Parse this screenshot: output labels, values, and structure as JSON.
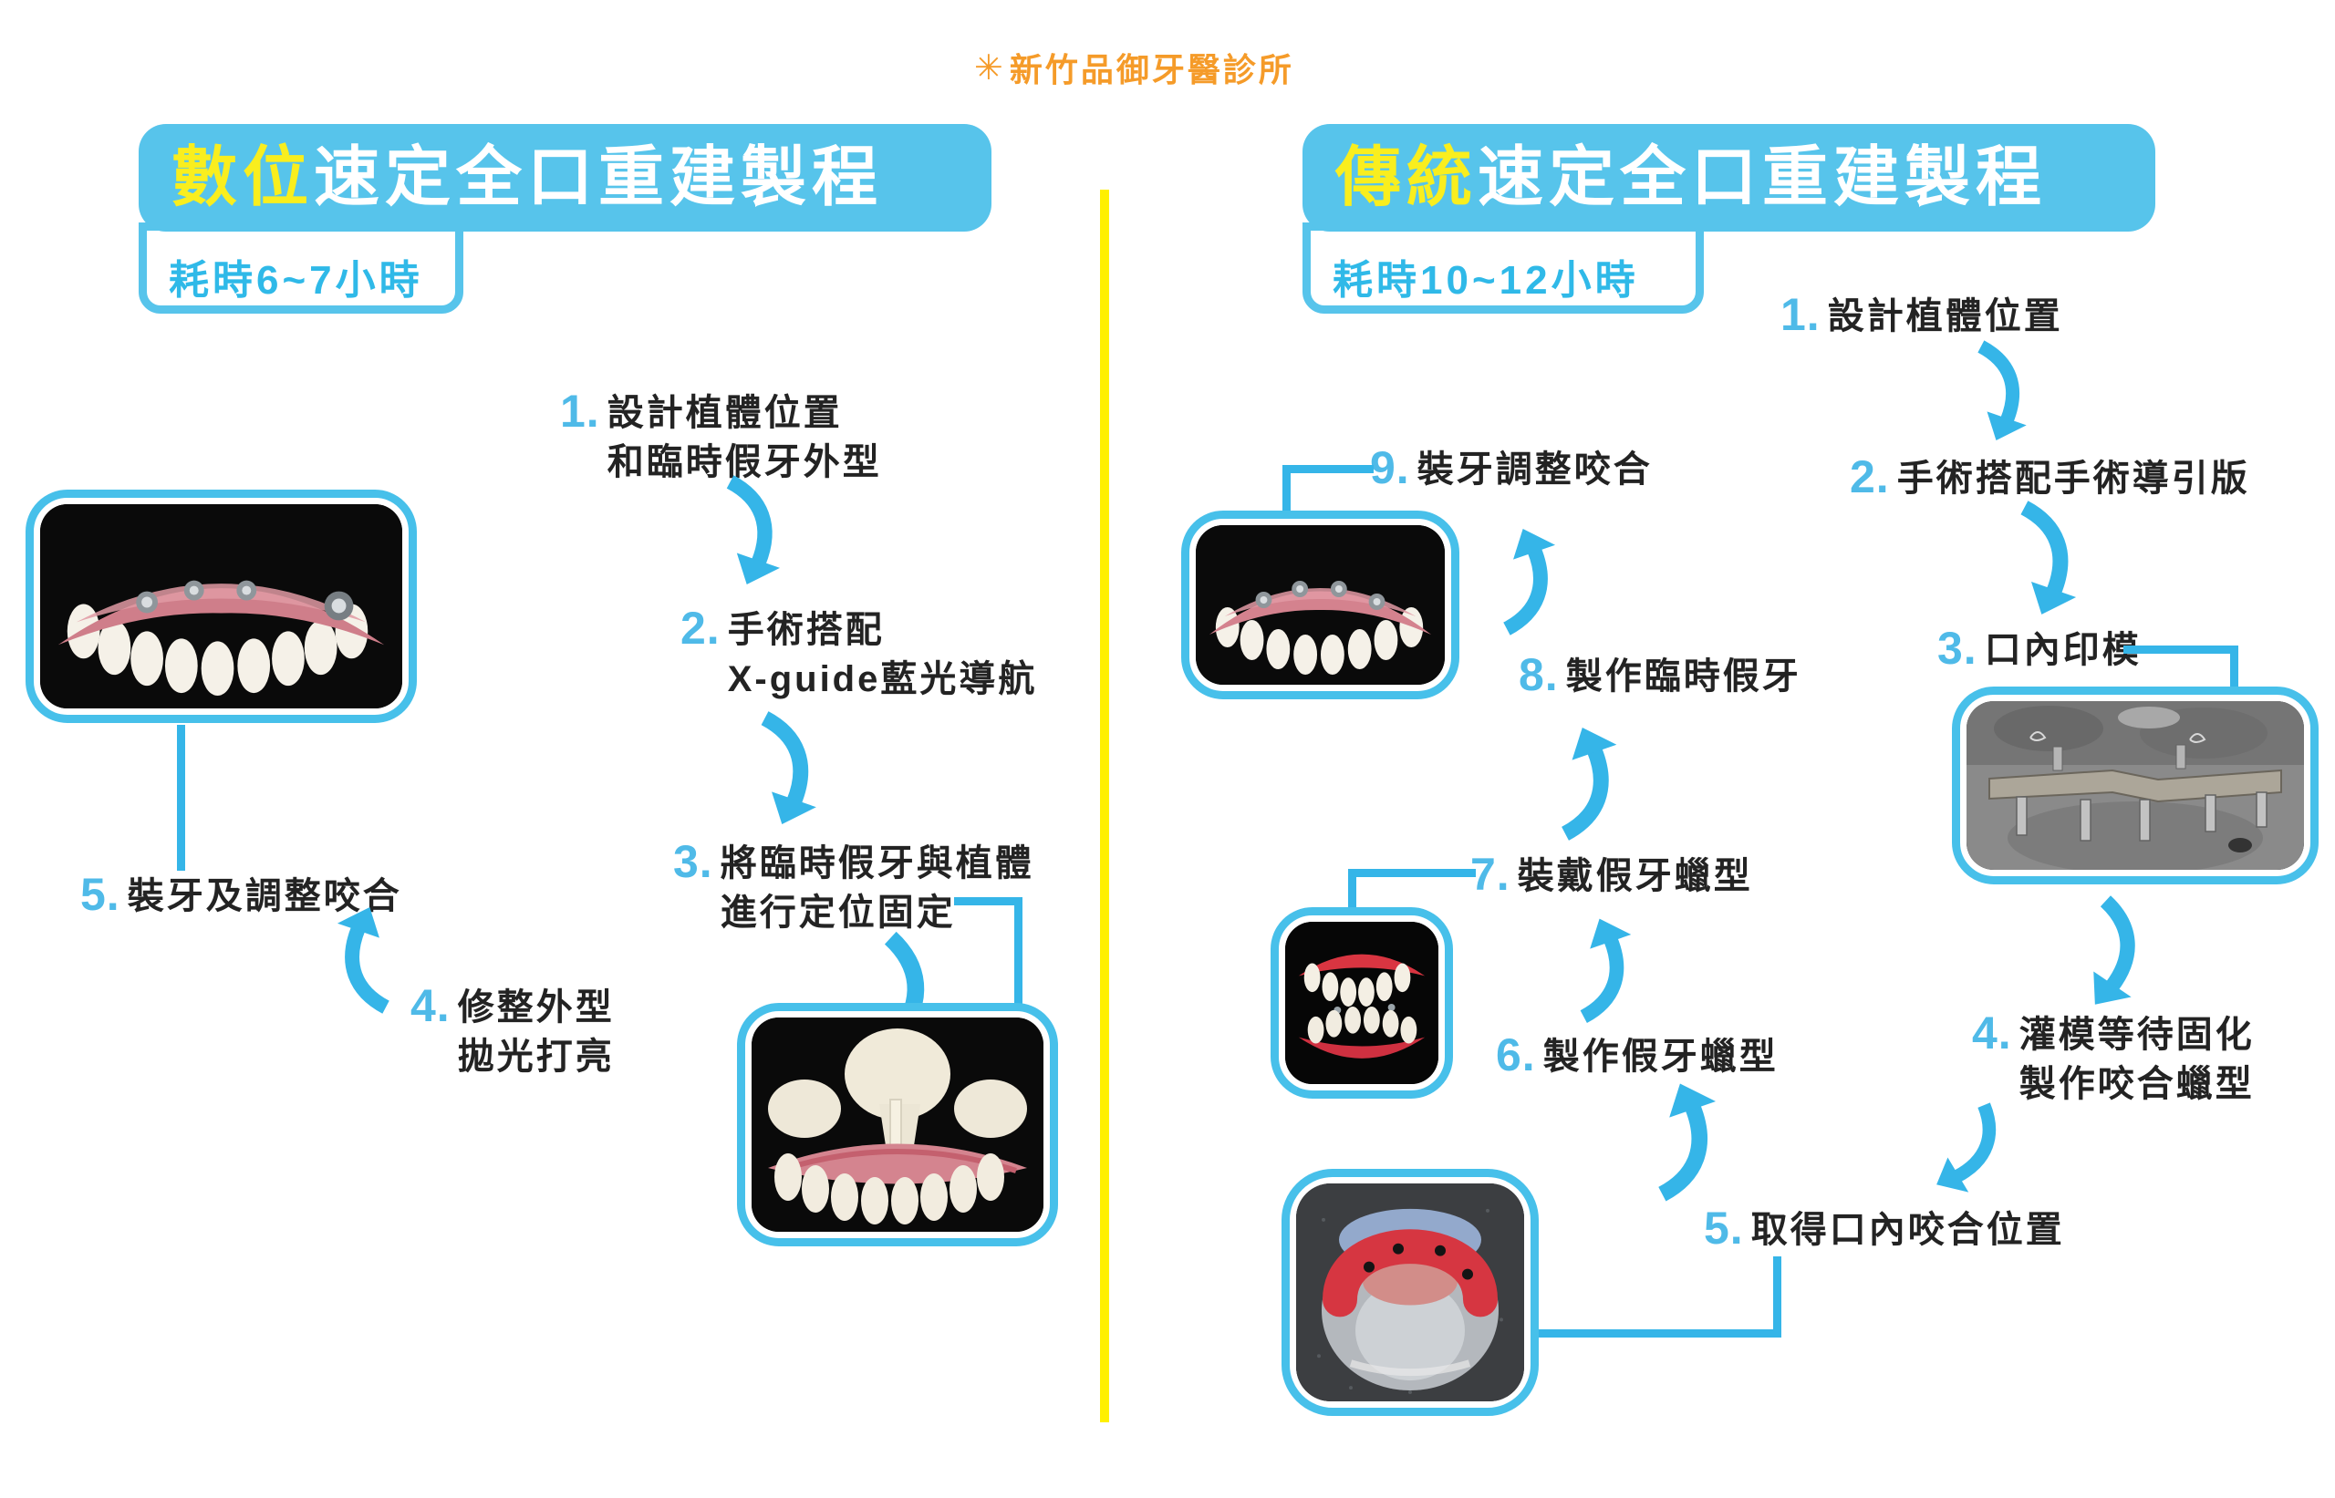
{
  "clinic": {
    "symbol": "✳",
    "name": "新竹品御牙醫診所"
  },
  "colors": {
    "panel_blue": "#57c4eb",
    "arrow_blue": "#35b5e8",
    "number_blue": "#4fbae8",
    "highlight_yellow": "#f9ee1e",
    "divider_yellow": "#fff000",
    "clinic_orange": "#f59b29",
    "text_black": "#232323"
  },
  "left_panel": {
    "title_highlight": "數位",
    "title_rest": "速定全口重建製程",
    "duration": "耗時6~7小時",
    "steps": [
      {
        "num": "1.",
        "lines": [
          "設計植體位置",
          "和臨時假牙外型"
        ]
      },
      {
        "num": "2.",
        "lines": [
          "手術搭配",
          "X-guide藍光導航"
        ]
      },
      {
        "num": "3.",
        "lines": [
          "將臨時假牙與植體",
          "進行定位固定"
        ]
      },
      {
        "num": "4.",
        "lines": [
          "修整外型",
          "拋光打亮"
        ]
      },
      {
        "num": "5.",
        "lines": [
          "裝牙及調整咬合"
        ]
      }
    ],
    "photos": [
      {
        "name": "implant-denture-photo"
      },
      {
        "name": "printed-temp-denture-photo"
      }
    ]
  },
  "right_panel": {
    "title_highlight": "傳統",
    "title_rest": "速定全口重建製程",
    "duration": "耗時10~12小時",
    "steps": [
      {
        "num": "1.",
        "lines": [
          "設計植體位置"
        ]
      },
      {
        "num": "2.",
        "lines": [
          "手術搭配手術導引版"
        ]
      },
      {
        "num": "3.",
        "lines": [
          "口內印模"
        ]
      },
      {
        "num": "4.",
        "lines": [
          "灌模等待固化",
          "製作咬合蠟型"
        ]
      },
      {
        "num": "5.",
        "lines": [
          "取得口內咬合位置"
        ]
      },
      {
        "num": "6.",
        "lines": [
          "製作假牙蠟型"
        ]
      },
      {
        "num": "7.",
        "lines": [
          "裝戴假牙蠟型"
        ]
      },
      {
        "num": "8.",
        "lines": [
          "製作臨時假牙"
        ]
      },
      {
        "num": "9.",
        "lines": [
          "裝牙調整咬合"
        ]
      }
    ],
    "photos": [
      {
        "name": "final-denture-photo"
      },
      {
        "name": "surgery-implant-posts-photo"
      },
      {
        "name": "wax-denture-tryin-photo"
      },
      {
        "name": "bite-registration-model-photo"
      }
    ]
  }
}
